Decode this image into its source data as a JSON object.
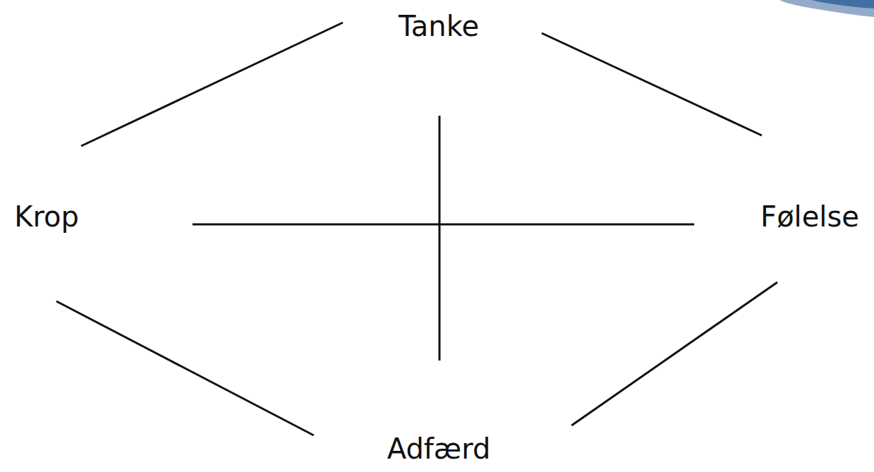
{
  "diagram": {
    "nodes": [
      {
        "text": [
          "Tanke"
        ]
      },
      {
        "text": [
          "Krop"
        ]
      },
      {
        "text": [
          "Følelse"
        ]
      },
      {
        "text": [
          "Adfærd"
        ]
      }
    ],
    "edges": [
      {
        "from": 0,
        "to": 1,
        "arrow": "none"
      },
      {
        "from": 0,
        "to": 2,
        "arrow": "none"
      },
      {
        "from": 1,
        "to": 2,
        "arrow": "none"
      },
      {
        "from": 0,
        "to": 3,
        "arrow": "none"
      },
      {
        "from": 1,
        "to": 3,
        "arrow": "none"
      },
      {
        "from": 2,
        "to": 3,
        "arrow": "none"
      }
    ]
  }
}
